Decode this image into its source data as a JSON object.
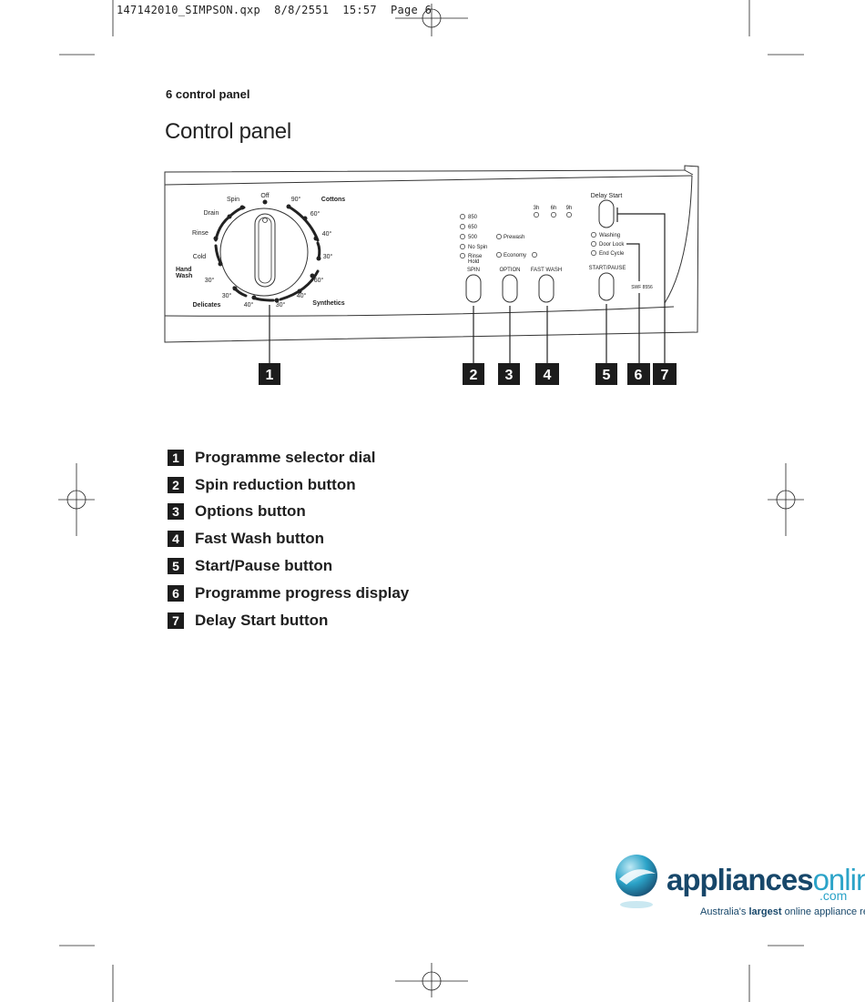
{
  "print_slug": "147142010_SIMPSON.qxp  8/8/2551  15:57  Page 6",
  "section_header": "6  control panel",
  "page_title": "Control panel",
  "panel": {
    "dial_labels": {
      "off": "Off",
      "spin": "Spin",
      "drain": "Drain",
      "rinse": "Rinse",
      "cold": "Cold",
      "hand_wash": [
        "Hand",
        "Wash"
      ],
      "cottons": "Cottons",
      "cottons_90": "90°",
      "cottons_60": "60°",
      "cottons_40": "40°",
      "cottons_30": "30°",
      "synthetics": "Synthetics",
      "synth_60": "60°",
      "synth_40": "40°",
      "synth_30": "30°",
      "delicates": "Delicates",
      "del_40": "40°",
      "del_30": "30°",
      "hand_30": "30°"
    },
    "spin_options": [
      "850",
      "650",
      "500",
      "No Spin",
      "Rinse",
      "Hold"
    ],
    "option_labels": [
      "Prewash",
      "Economy"
    ],
    "delay_times": [
      "3h",
      "6h",
      "9h"
    ],
    "delay_start_label": "Delay Start",
    "progress_labels": [
      "Washing",
      "Door Lock",
      "End Cycle"
    ],
    "buttons": {
      "spin": "SPIN",
      "option": "OPTION",
      "fast_wash": "FAST WASH",
      "start_pause": "START/PAUSE"
    },
    "model": "SWF 8556",
    "callouts": [
      "1",
      "2",
      "3",
      "4",
      "5",
      "6",
      "7"
    ]
  },
  "legend": [
    {
      "number": "1",
      "label": "Programme selector dial"
    },
    {
      "number": "2",
      "label": "Spin reduction button"
    },
    {
      "number": "3",
      "label": "Options button"
    },
    {
      "number": "4",
      "label": "Fast Wash button"
    },
    {
      "number": "5",
      "label": "Start/Pause button"
    },
    {
      "number": "6",
      "label": "Programme progress display"
    },
    {
      "number": "7",
      "label": "Delay Start button"
    }
  ],
  "logo": {
    "word_bold": "appliances",
    "word_light": "online",
    "domain": ".com",
    "tagline_pre": "Australia's ",
    "tagline_bold": "largest",
    "tagline_post": " online appliance retailer",
    "colors": {
      "navy": "#17476a",
      "cyan": "#2ba3c8"
    }
  }
}
